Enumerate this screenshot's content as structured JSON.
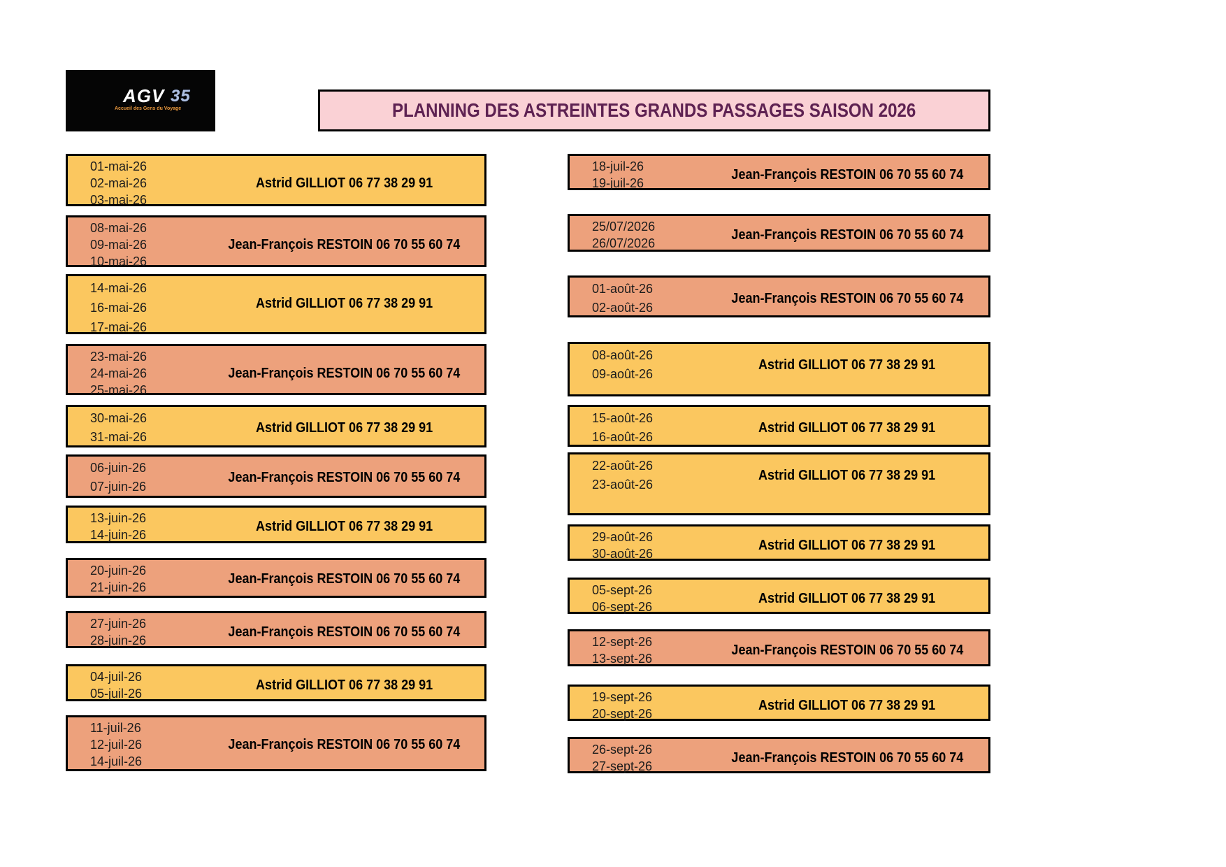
{
  "title": "PLANNING DES ASTREINTES GRANDS PASSAGES SAISON 2026",
  "logo": {
    "acronym": "AGV",
    "number": "35",
    "tagline": "Accueil des Gens du Voyage"
  },
  "colors": {
    "title_bg": "#FAD1D5",
    "title_text": "#5E2252",
    "gilliot_bg": "#FBC75F",
    "restoin_bg": "#EDA17C",
    "border": "#000000"
  },
  "people": {
    "gilliot": "Astrid GILLIOT 06 77 38 29 91",
    "restoin": "Jean-François RESTOIN 06 70 55 60 74"
  },
  "columns": {
    "left": [
      {
        "dates": "01-mai-26\n02-mai-26\n03-mai-26",
        "name": "Astrid GILLIOT 06 77 38 29 91",
        "bg": "#FBC75F"
      },
      {
        "dates": "08-mai-26\n09-mai-26\n10-mai-26",
        "name": "Jean-François RESTOIN 06 70 55 60 74",
        "bg": "#EDA17C"
      },
      {
        "dates": "14-mai-26\n16-mai-26\n17-mai-26",
        "name": "Astrid GILLIOT 06 77 38 29 91",
        "bg": "#FBC75F"
      },
      {
        "dates": "23-mai-26\n24-mai-26\n25-mai-26",
        "name": "Jean-François RESTOIN 06 70 55 60 74",
        "bg": "#EDA17C"
      },
      {
        "dates": "30-mai-26\n31-mai-26",
        "name": "Astrid GILLIOT 06 77 38 29 91",
        "bg": "#FBC75F"
      },
      {
        "dates": "06-juin-26\n07-juin-26",
        "name": "Jean-François RESTOIN 06 70 55 60 74",
        "bg": "#EDA17C"
      },
      {
        "dates": "13-juin-26\n14-juin-26",
        "name": "Astrid GILLIOT 06 77 38 29 91",
        "bg": "#FBC75F"
      },
      {
        "dates": "20-juin-26\n21-juin-26",
        "name": "Jean-François RESTOIN 06 70 55 60 74",
        "bg": "#EDA17C"
      },
      {
        "dates": "27-juin-26\n28-juin-26",
        "name": "Jean-François RESTOIN 06 70 55 60 74",
        "bg": "#EDA17C"
      },
      {
        "dates": "04-juil-26\n05-juil-26",
        "name": "Astrid GILLIOT 06 77 38 29 91",
        "bg": "#FBC75F"
      },
      {
        "dates": "11-juil-26\n12-juil-26\n14-juil-26",
        "name": "Jean-François RESTOIN 06 70 55 60 74",
        "bg": "#EDA17C"
      }
    ],
    "right": [
      {
        "dates": "18-juil-26\n19-juil-26",
        "name": "Jean-François RESTOIN 06 70 55 60 74",
        "bg": "#EDA17C"
      },
      {
        "dates": "25/07/2026\n26/07/2026",
        "name": "Jean-François RESTOIN 06 70 55 60 74",
        "bg": "#EDA17C"
      },
      {
        "dates": "01-août-26\n02-août-26",
        "name": "Jean-François RESTOIN 06 70 55 60 74",
        "bg": "#EDA17C"
      },
      {
        "dates": "08-août-26\n09-août-26",
        "name": "Astrid GILLIOT 06 77 38 29 91",
        "bg": "#FBC75F"
      },
      {
        "dates": "15-août-26\n16-août-26",
        "name": "Astrid GILLIOT 06 77 38 29 91",
        "bg": "#FBC75F"
      },
      {
        "dates": "22-août-26\n23-août-26",
        "name": "Astrid GILLIOT 06 77 38 29 91",
        "bg": "#FBC75F"
      },
      {
        "dates": "29-août-26\n30-août-26",
        "name": "Astrid GILLIOT 06 77 38 29 91",
        "bg": "#FBC75F"
      },
      {
        "dates": "05-sept-26\n06-sept-26",
        "name": "Astrid GILLIOT 06 77 38 29 91",
        "bg": "#FBC75F"
      },
      {
        "dates": "12-sept-26\n13-sept-26",
        "name": "Jean-François RESTOIN 06 70 55 60 74",
        "bg": "#EDA17C"
      },
      {
        "dates": "19-sept-26\n20-sept-26",
        "name": "Astrid GILLIOT 06 77 38 29 91",
        "bg": "#FBC75F"
      },
      {
        "dates": "26-sept-26\n27-sept-26",
        "name": "Jean-François RESTOIN 06 70 55 60 74",
        "bg": "#EDA17C"
      }
    ]
  }
}
